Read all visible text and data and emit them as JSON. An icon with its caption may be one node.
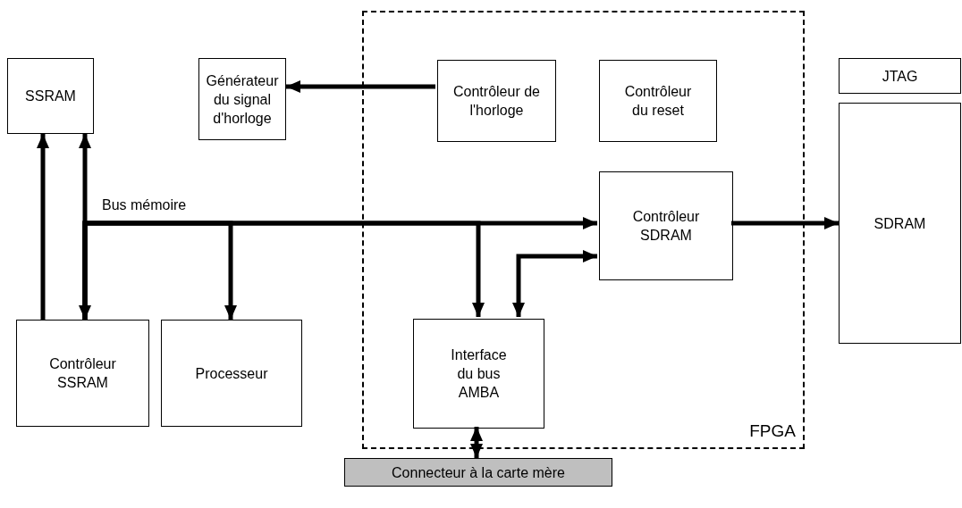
{
  "diagram": {
    "nodes": [
      {
        "text": [
          "SSRAM"
        ]
      },
      {
        "text": [
          "Générateur du signal d'horloge"
        ]
      },
      {
        "text": [
          "FPGA"
        ]
      },
      {
        "text": [
          "Contrôleur de l'horloge"
        ],
        "in": 2
      },
      {
        "text": [
          "Contrôleur du reset"
        ],
        "in": 2
      },
      {
        "text": [
          "Contrôleur SDRAM"
        ],
        "in": 2
      },
      {
        "text": [
          "Interface du bus AMBA"
        ],
        "in": 2
      },
      {
        "text": [
          "JTAG"
        ]
      },
      {
        "text": [
          "SDRAM"
        ]
      },
      {
        "text": [
          "Contrôleur SSRAM"
        ]
      },
      {
        "text": [
          "Processeur"
        ]
      },
      {
        "text": [
          "Connecteur à la carte mère"
        ]
      }
    ],
    "edges": [
      {
        "from": 9,
        "to": 0,
        "arrow": "to"
      },
      {
        "from": 0,
        "to": 9,
        "arrow": "both"
      },
      {
        "from": 9,
        "to": 10,
        "arrow": "to"
      },
      {
        "from": 9,
        "to": 6,
        "arrow": "to"
      },
      {
        "from": 9,
        "to": 5,
        "arrow": "to",
        "label": "Bus mémoire"
      },
      {
        "from": 6,
        "to": 5,
        "arrow": "both"
      },
      {
        "from": 3,
        "to": 1,
        "arrow": "to"
      },
      {
        "from": 5,
        "to": 8,
        "arrow": "to"
      },
      {
        "from": 6,
        "to": 11,
        "arrow": "both"
      }
    ]
  }
}
